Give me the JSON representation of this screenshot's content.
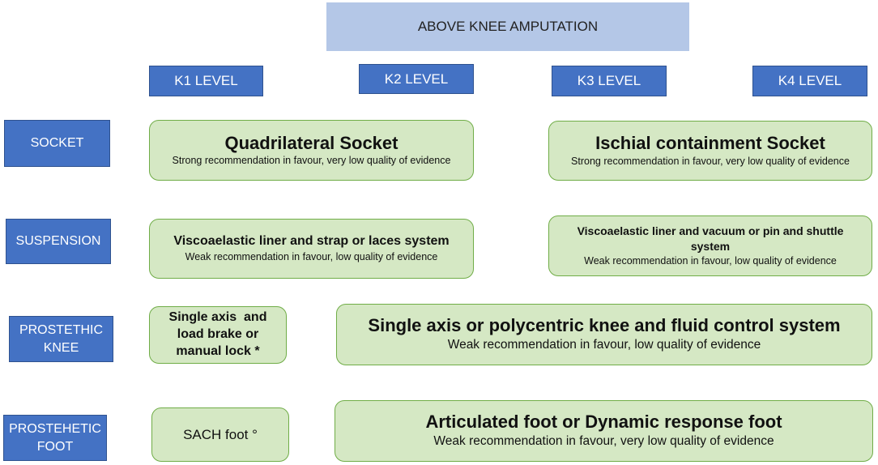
{
  "title": "ABOVE KNEE AMPUTATION",
  "levels": [
    "K1 LEVEL",
    "K2 LEVEL",
    "K3 LEVEL",
    "K4 LEVEL"
  ],
  "rows": {
    "socket": {
      "label": "SOCKET",
      "left": {
        "title": "Quadrilateral Socket",
        "note": "Strong recommendation in favour, very low quality of evidence"
      },
      "right": {
        "title": "Ischial containment Socket",
        "note": "Strong recommendation in favour, very low quality of evidence"
      }
    },
    "suspension": {
      "label": "SUSPENSION",
      "left": {
        "title": "Viscoaelastic liner and strap or laces system",
        "note": "Weak recommendation in favour, low quality of evidence"
      },
      "right": {
        "title": "Viscoaelastic liner and vacuum or pin and shuttle system",
        "note": "Weak recommendation in favour, low quality of evidence"
      }
    },
    "knee": {
      "label_line1": "PROSTETHIC",
      "label_line2": "KNEE",
      "left": {
        "line1": "Single axis  and",
        "line2": "load brake or",
        "line3": "manual lock *"
      },
      "right": {
        "title": "Single axis or polycentric knee and fluid control system",
        "note": "Weak recommendation in favour, low quality of evidence"
      }
    },
    "foot": {
      "label_line1": "PROSTEHETIC",
      "label_line2": "FOOT",
      "left": {
        "text": "SACH foot °"
      },
      "right": {
        "title": "Articulated foot or Dynamic response foot",
        "note": "Weak recommendation in favour, very low quality of evidence"
      }
    }
  }
}
